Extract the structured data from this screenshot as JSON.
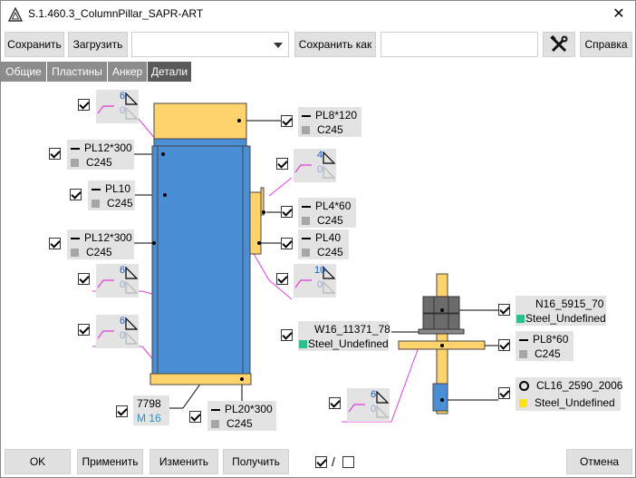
{
  "window": {
    "title": "S.1.460.3_ColumnPillar_SAPR-ART"
  },
  "toolbar": {
    "save_label": "Сохранить",
    "load_label": "Загрузить",
    "preset_value": "",
    "save_as_label": "Сохранить как",
    "save_as_value": "",
    "tools_icon": "tools-icon",
    "help_label": "Справка"
  },
  "tabs": [
    {
      "label": "Общие"
    },
    {
      "label": "Пластины"
    },
    {
      "label": "Анкер"
    },
    {
      "label": "Детали"
    }
  ],
  "parts": {
    "top_cap": {
      "profile": "PL8*120",
      "material": "C245"
    },
    "flange_top": {
      "profile": "PL12*300",
      "material": "C245"
    },
    "web": {
      "profile": "PL10",
      "material": "C245"
    },
    "flange_bottom": {
      "profile": "PL12*300",
      "material": "C245"
    },
    "stiffener": {
      "profile": "PL4*60",
      "material": "C245"
    },
    "side_plate": {
      "profile": "PL40",
      "material": "C245"
    },
    "base_plate": {
      "profile": "PL20*300",
      "material": "C245"
    },
    "nut": {
      "profile": "N16_5915_70",
      "material": "Steel_Undefined"
    },
    "washer": {
      "profile": "W16_11371_78",
      "material": "Steel_Undefined"
    },
    "anchor_plate": {
      "profile": "PL8*60",
      "material": "C245"
    },
    "anchor_bolt": {
      "profile": "CL16_2590_2006",
      "material": "Steel_Undefined"
    },
    "bolt_ref": {
      "code": "7798",
      "size": "M 16"
    }
  },
  "welds": {
    "w1": {
      "top": "6",
      "bottom": "0"
    },
    "w2": {
      "top": "4",
      "bottom": "0"
    },
    "w3": {
      "top": "10",
      "bottom": "0"
    },
    "w4": {
      "top": "6",
      "bottom": "0"
    },
    "w5": {
      "top": "6",
      "bottom": "0"
    },
    "w6": {
      "top": "6",
      "bottom": "0"
    }
  },
  "colors": {
    "steel_blue": "#4a8fd6",
    "plate_yellow": "#ffd36b",
    "leader_magenta": "#e03cdc",
    "material_green": "#2ebd8f",
    "material_yellow": "#ffe21a"
  },
  "footer": {
    "ok_label": "OK",
    "apply_label": "Применить",
    "modify_label": "Изменить",
    "get_label": "Получить",
    "toggle_separator": "/",
    "cancel_label": "Отмена"
  }
}
